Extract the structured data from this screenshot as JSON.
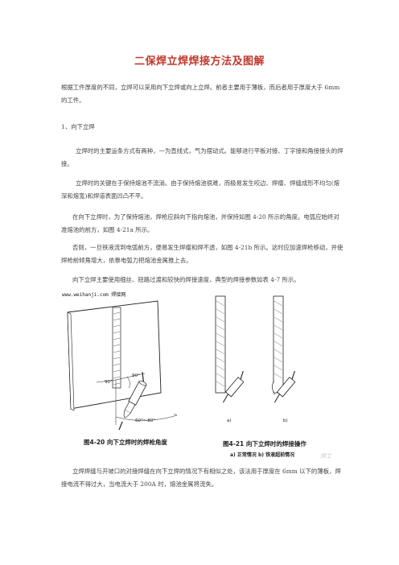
{
  "document": {
    "title": "二保焊立焊焊接方法及图解",
    "paragraphs": [
      "根据工件厚度的不同，立焊可以采用向下立焊或向上立焊。前者主要用于薄板，而后者用于厚度大于 6mm 的工件。",
      "1、向下立焊",
      "立焊时的主要运条方式有两种，一为直线式，气为摆动式。能够进行平板对接、丁字接和角接接头的焊接。",
      "立焊时的关键在于保持熔池不流淌。由于保持熔池很难，而极易发生咬边、焊瘤、焊缝成形不均匀(熔深和熔宽)和焊道表面凹凸不平。",
      "在向下立焊时，为了保持熔池，焊枪应斜向下指向熔池，并保持如图 4-20 所示的角度。电弧应始终对准熔池的前方，如图 4-21a 所示。",
      "否则，一旦铁液流到电弧前方，便易发生焊瘤和焊不透，如图 4-21b 所示。这时应加速焊枪移动，并使焊枪前倾角增大，依靠电弧力把熔池金属推上去。",
      "向下立焊主要使用细丝、短路过渡和较快的焊接速度，典型的焊接参数如表 4-7 所示。",
      "立焊焊缝与开坡口的对接焊缝在向下立焊的情况下有相似之处，该法用于厚度在 6mm 以下的薄板，焊接电流不得过大，当电流大于 200A 时，熔池金属将流失。"
    ]
  },
  "figure_left": {
    "watermark": "www.weihanji.com 焊接网",
    "angle_top": "90°",
    "angle_left": "90°",
    "angle_bottom": "60°～80°",
    "caption": "图4-20   向下立焊时的焊枪角度"
  },
  "figure_right": {
    "label_a": "a)",
    "label_b": "b)",
    "caption": "图4-21   向下立焊时的焊接操作",
    "subcaption": "a) 正常情况   b) 铁液超前情况",
    "ghost_text": "焊工"
  }
}
